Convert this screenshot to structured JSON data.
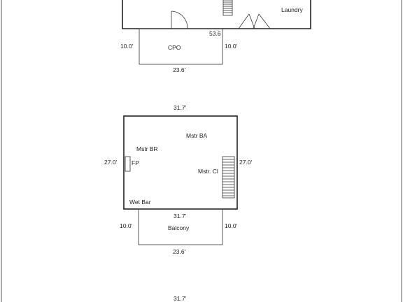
{
  "plan": {
    "upper": {
      "rooms": {
        "laundry": "Laundry"
      },
      "cpo": {
        "name": "CPO",
        "width_top": "53.6",
        "depth_left": "10.0'",
        "depth_right": "10.0'",
        "width_bottom": "23.6'"
      }
    },
    "middle": {
      "top_dim": "31.7'",
      "left_dim": "27.0'",
      "right_dim": "27.0'",
      "rooms": {
        "mstr_ba": "Mstr BA",
        "mstr_br": "Mstr BR",
        "fp": "FP",
        "mstr_cl": "Mstr. Cl",
        "wet_bar": "Wet Bar"
      },
      "bottom_dim": "31.7'",
      "balcony": {
        "name": "Balcony",
        "depth_left": "10.0'",
        "depth_right": "10.0'",
        "width_bottom": "23.6'"
      }
    },
    "lower": {
      "top_dim": "31.7'"
    }
  }
}
